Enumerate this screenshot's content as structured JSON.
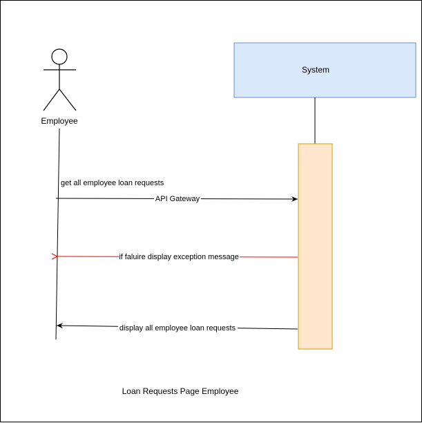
{
  "actor": {
    "name": "Employee"
  },
  "system": {
    "name": "System",
    "fill_color": "#dae8fc",
    "stroke_color": "#6c8ebf"
  },
  "activation": {
    "fill_color": "#ffe6cc",
    "stroke_color": "#d79b00"
  },
  "messages": [
    {
      "label": "get all employee loan requests",
      "via": "API Gateway",
      "direction": "employee-to-system",
      "color": "#000000"
    },
    {
      "label": "if faluire display exception message",
      "direction": "system-to-employee",
      "color": "#ff0000"
    },
    {
      "label": "display all employee loan requests",
      "direction": "system-to-employee",
      "color": "#000000"
    }
  ],
  "caption": "Loan Requests Page Employee"
}
